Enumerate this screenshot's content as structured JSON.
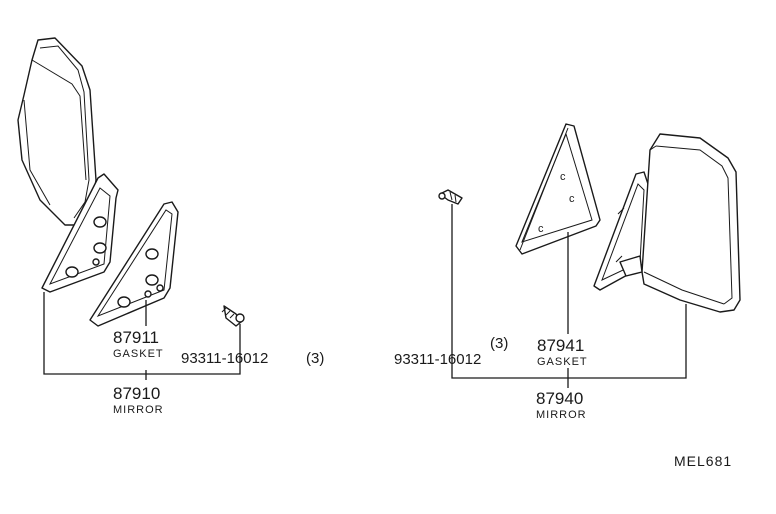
{
  "left": {
    "gasket_number": "87911",
    "gasket_name": "GASKET",
    "screw_number": "93311-16012",
    "screw_qty": "(3)",
    "mirror_number": "87910",
    "mirror_name": "MIRROR"
  },
  "right": {
    "gasket_number": "87941",
    "gasket_name": "GASKET",
    "screw_number": "93311-16012",
    "screw_qty": "(3)",
    "mirror_number": "87940",
    "mirror_name": "MIRROR"
  },
  "figure_code": "MEL681"
}
